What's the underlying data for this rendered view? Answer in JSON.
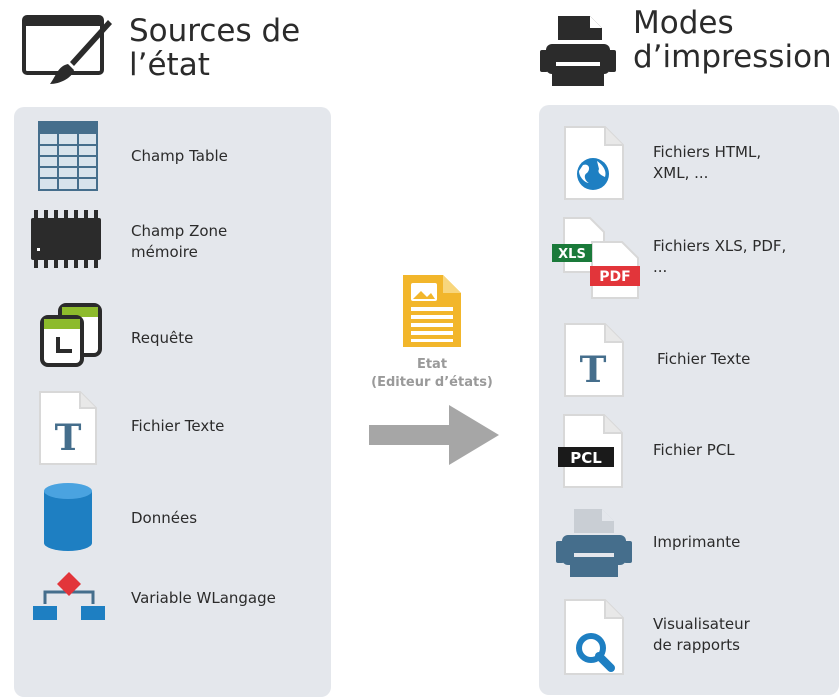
{
  "left": {
    "title_line1": "Sources de",
    "title_line2": "l’état",
    "items": [
      {
        "icon": "table-icon",
        "label": "Champ Table"
      },
      {
        "icon": "memory-chip-icon",
        "label_line1": "Champ Zone",
        "label_line2": "mémoire"
      },
      {
        "icon": "query-icon",
        "label": "Requête"
      },
      {
        "icon": "text-file-icon",
        "label": "Fichier Texte"
      },
      {
        "icon": "database-icon",
        "label": "Données"
      },
      {
        "icon": "variable-tree-icon",
        "label": "Variable WLangage"
      }
    ]
  },
  "center": {
    "icon": "report-document-icon",
    "label_line1": "Etat",
    "label_line2": "(Editeur d’états)",
    "arrow": "right-arrow-icon"
  },
  "right": {
    "title_line1": "Modes",
    "title_line2": "d’impression",
    "items": [
      {
        "icon": "html-file-icon",
        "label_line1": "Fichiers HTML,",
        "label_line2": "XML, ..."
      },
      {
        "icon": "xls-pdf-icon",
        "badge_xls": "XLS",
        "badge_pdf": "PDF",
        "label_line1": "Fichiers XLS, PDF,",
        "label_line2": "..."
      },
      {
        "icon": "text-file-icon",
        "label": "Fichier Texte"
      },
      {
        "icon": "pcl-file-icon",
        "badge": "PCL",
        "label": "Fichier PCL"
      },
      {
        "icon": "printer-icon",
        "label": "Imprimante"
      },
      {
        "icon": "report-viewer-icon",
        "label_line1": "Visualisateur",
        "label_line2": "de rapports"
      }
    ]
  },
  "colors": {
    "panel": "#e4e7ec",
    "steel_blue": "#456e8c",
    "bright_blue": "#1e7fc2",
    "green": "#8dbb2c",
    "dark": "#2b2b2b",
    "orange": "#f2b62b",
    "red": "#e2353a",
    "arrow_gray": "#a6a6a6"
  }
}
